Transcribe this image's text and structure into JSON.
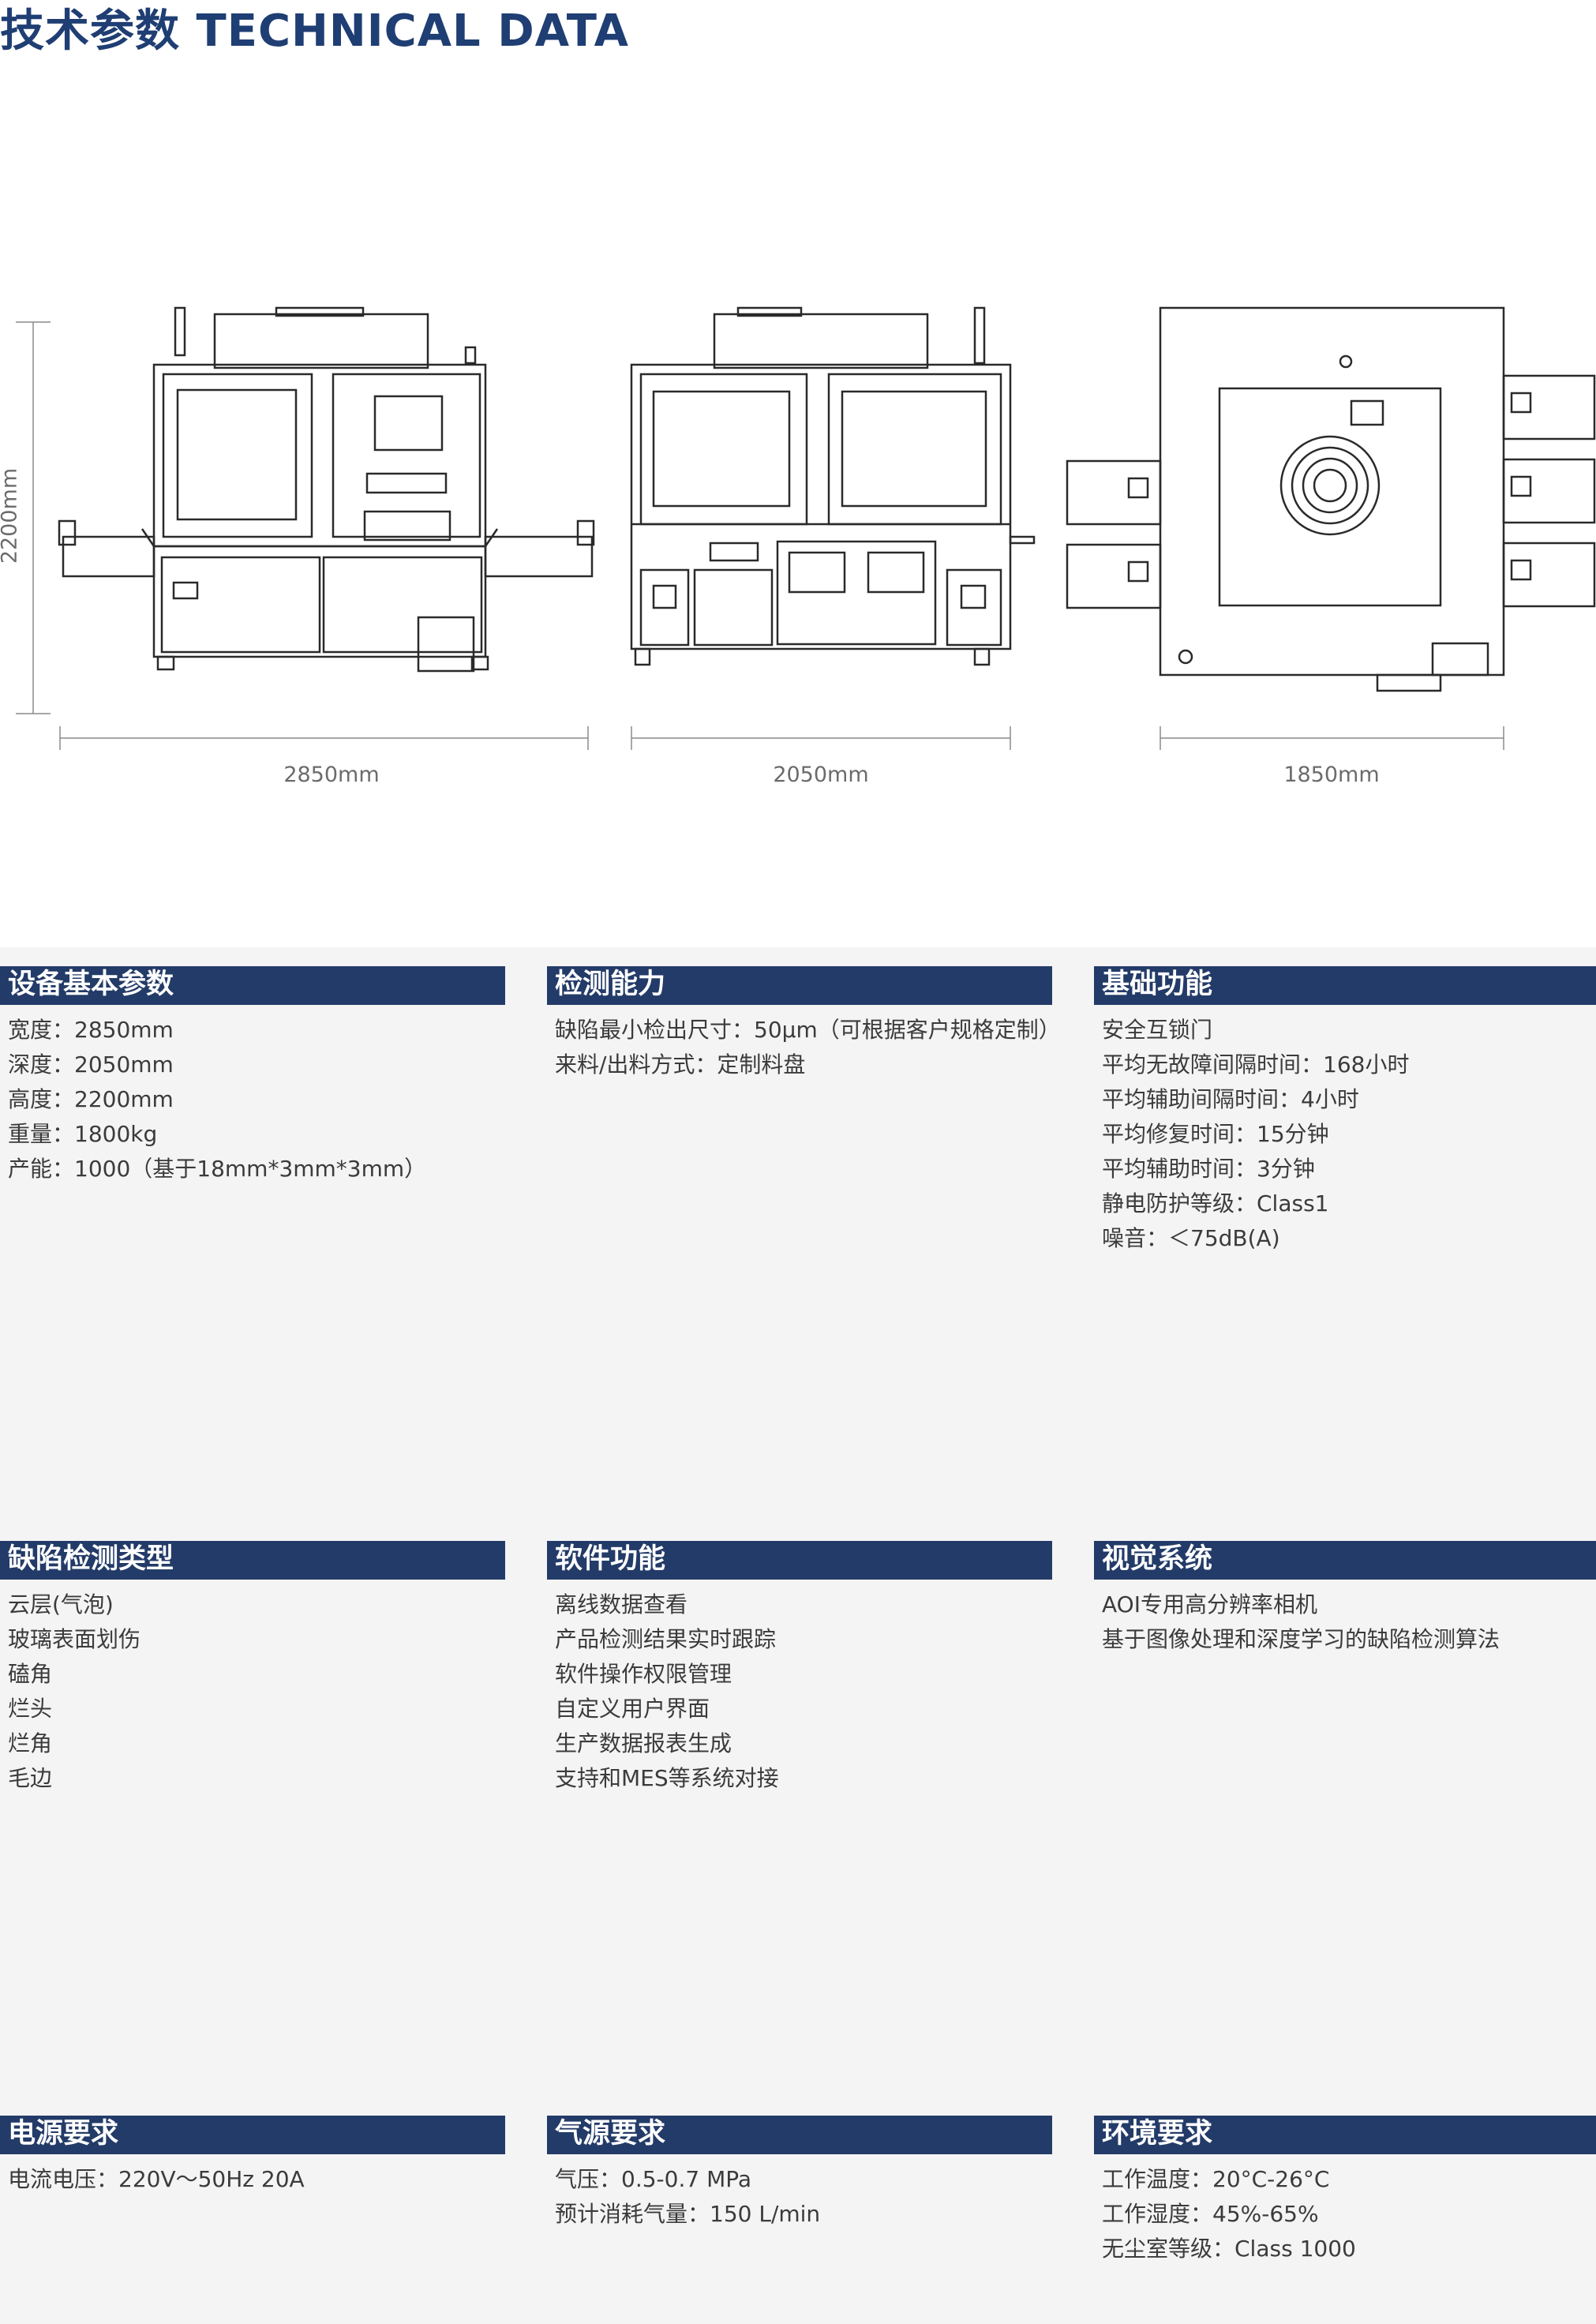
{
  "header": {
    "title": "技术参数 TECHNICAL DATA"
  },
  "dimensions": {
    "height": "2200mm",
    "width_front": "2850mm",
    "depth_side": "2050mm",
    "width_top": "1850mm"
  },
  "panels": [
    {
      "title": "设备基本参数",
      "lines": [
        "宽度：2850mm",
        "深度：2050mm",
        "高度：2200mm",
        "重量：1800kg",
        "产能：1000（基于18mm*3mm*3mm）"
      ]
    },
    {
      "title": "检测能力",
      "lines": [
        "缺陷最小检出尺寸：50μm（可根据客户规格定制）",
        "来料/出料方式：定制料盘"
      ]
    },
    {
      "title": "基础功能",
      "lines": [
        "安全互锁门",
        "平均无故障间隔时间：168小时",
        "平均辅助间隔时间：4小时",
        "平均修复时间：15分钟",
        "平均辅助时间：3分钟",
        "静电防护等级：Class1",
        "噪音：＜75dB(A)"
      ]
    },
    {
      "title": "缺陷检测类型",
      "lines": [
        "云层(气泡)",
        "玻璃表面划伤",
        "磕角",
        "烂头",
        "烂角",
        "毛边"
      ]
    },
    {
      "title": "软件功能",
      "lines": [
        "离线数据查看",
        "产品检测结果实时跟踪",
        "软件操作权限管理",
        "自定义用户界面",
        "生产数据报表生成",
        "支持和MES等系统对接"
      ]
    },
    {
      "title": "视觉系统",
      "lines": [
        "AOI专用高分辨率相机",
        "基于图像处理和深度学习的缺陷检测算法"
      ]
    },
    {
      "title": "电源要求",
      "lines": [
        "电流电压：220V～50Hz 20A"
      ]
    },
    {
      "title": "气源要求",
      "lines": [
        "气压：0.5-0.7 MPa",
        "预计消耗气量：150 L/min"
      ]
    },
    {
      "title": "环境要求",
      "lines": [
        "工作温度：20°C-26°C",
        "工作湿度：45%-65%",
        "无尘室等级：Class 1000"
      ]
    }
  ]
}
